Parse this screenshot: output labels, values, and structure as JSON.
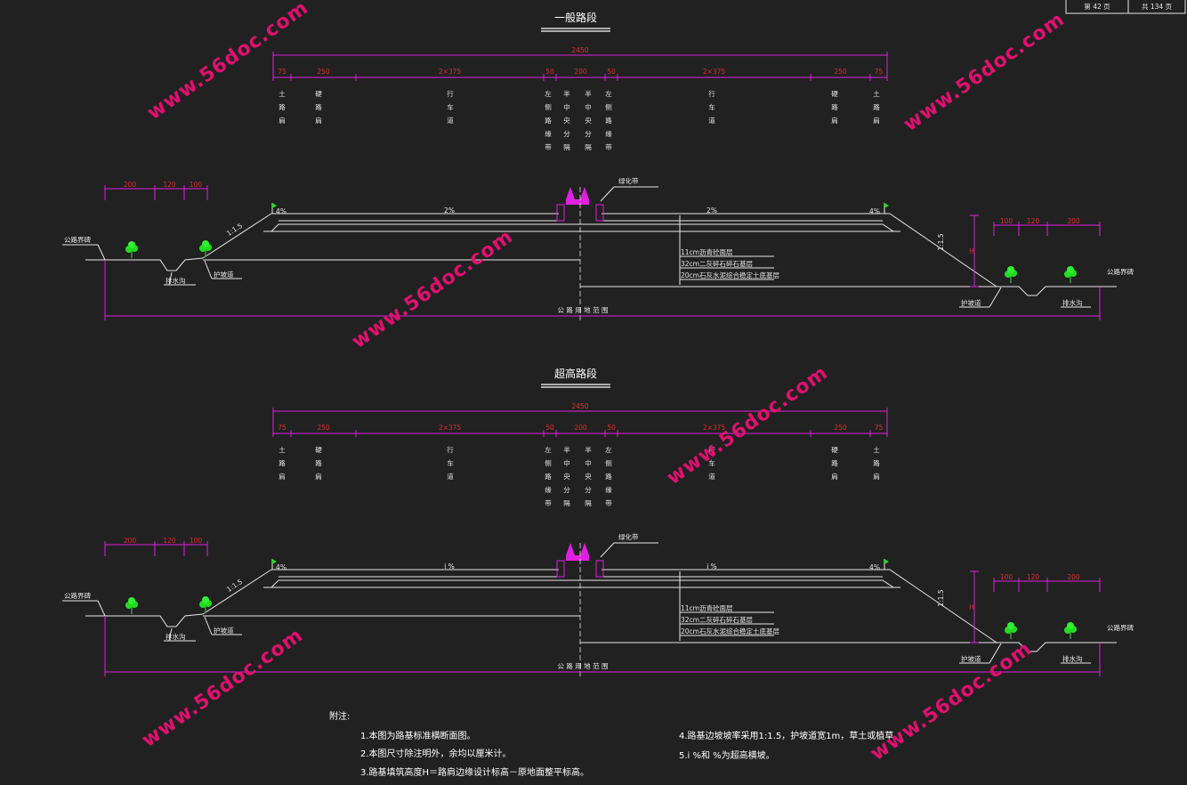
{
  "sheet": {
    "page_label": "第 42 页",
    "total_label": "共 134 页"
  },
  "sections": [
    {
      "title": "一般路段",
      "total_width": "2450",
      "top_dims": [
        "75",
        "250",
        "2×375",
        "50",
        "200",
        "50",
        "2×375",
        "250",
        "75"
      ],
      "column_labels": [
        "土路肩",
        "硬路肩",
        "行车道",
        "左侧路缘带",
        "半中央分隔带",
        "半中央分隔带",
        "左侧路缘带",
        "行车道",
        "硬路肩",
        "土路肩"
      ],
      "left_ditch_dims": [
        "200",
        "120",
        "100"
      ],
      "right_ditch_dims": [
        "100",
        "120",
        "200"
      ],
      "median_label": "绿化带",
      "slope_labels": [
        "2%",
        "2%"
      ],
      "shoulder_slope": "4%",
      "side_slope": "1:1.5",
      "height_mark": "H",
      "layers": [
        "11cm沥青砼面层",
        "32cm二灰碎石碎石基层",
        "20cm石灰水泥综合稳定土底基层"
      ],
      "left_labels": {
        "boundary": "公路界碑",
        "drain": "排水沟",
        "guard": "护坡道"
      },
      "right_labels": {
        "boundary": "公路界碑",
        "drain": "排水沟",
        "guard": "护坡道"
      },
      "bottom_label": "公 路 用 地 范 围"
    },
    {
      "title": "超高路段",
      "total_width": "2450",
      "top_dims": [
        "75",
        "250",
        "2×375",
        "50",
        "200",
        "50",
        "2×375",
        "250",
        "75"
      ],
      "column_labels": [
        "土路肩",
        "硬路肩",
        "行车道",
        "左侧路缘带",
        "半中央分隔带",
        "半中央分隔带",
        "左侧路缘带",
        "行车道",
        "硬路肩",
        "土路肩"
      ],
      "left_ditch_dims": [
        "200",
        "120",
        "100"
      ],
      "right_ditch_dims": [
        "100",
        "120",
        "200"
      ],
      "median_label": "绿化带",
      "slope_labels": [
        "i %",
        "i %"
      ],
      "shoulder_slope": "4%",
      "side_slope": "1:1.5",
      "height_mark": "H",
      "layers": [
        "11cm沥青砼面层",
        "32cm二灰碎石碎石基层",
        "20cm石灰水泥综合稳定土底基层"
      ],
      "left_labels": {
        "boundary": "公路界碑",
        "drain": "排水沟",
        "guard": "护坡道"
      },
      "right_labels": {
        "boundary": "公路界碑",
        "drain": "排水沟",
        "guard": "护坡道"
      },
      "bottom_label": "公 路 用 地 范 围"
    }
  ],
  "notes": {
    "heading": "附注:",
    "items": [
      "1.本图为路基标准横断面图。",
      "2.本图尺寸除注明外，余均以厘米计。",
      "3.路基填筑高度H＝路肩边缘设计标高－原地面整平标高。",
      "4.路基边坡坡率采用1:1.5，护坡道宽1m，草土或植草。",
      "5.i %和 %为超高横坡。"
    ]
  },
  "watermarks": [
    "www.56doc.com",
    "www.56doc.com",
    "www.56doc.com",
    "www.56doc.com",
    "www.56doc.com",
    "www.56doc.com"
  ]
}
